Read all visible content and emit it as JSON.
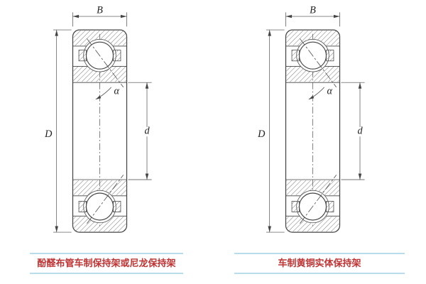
{
  "diagrams": [
    {
      "width_label": "B",
      "outer_diameter_label": "D",
      "bore_label": "d",
      "angle_label": "α",
      "caption": "酚醛布管车制保持架或尼龙保持架"
    },
    {
      "width_label": "B",
      "outer_diameter_label": "D",
      "bore_label": "d",
      "angle_label": "α",
      "caption": "车制黄铜实体保持架"
    }
  ],
  "colors": {
    "line": "#444444",
    "label": "#222222",
    "caption_text": "#bf3434",
    "caption_rule": "#b8dcec"
  }
}
